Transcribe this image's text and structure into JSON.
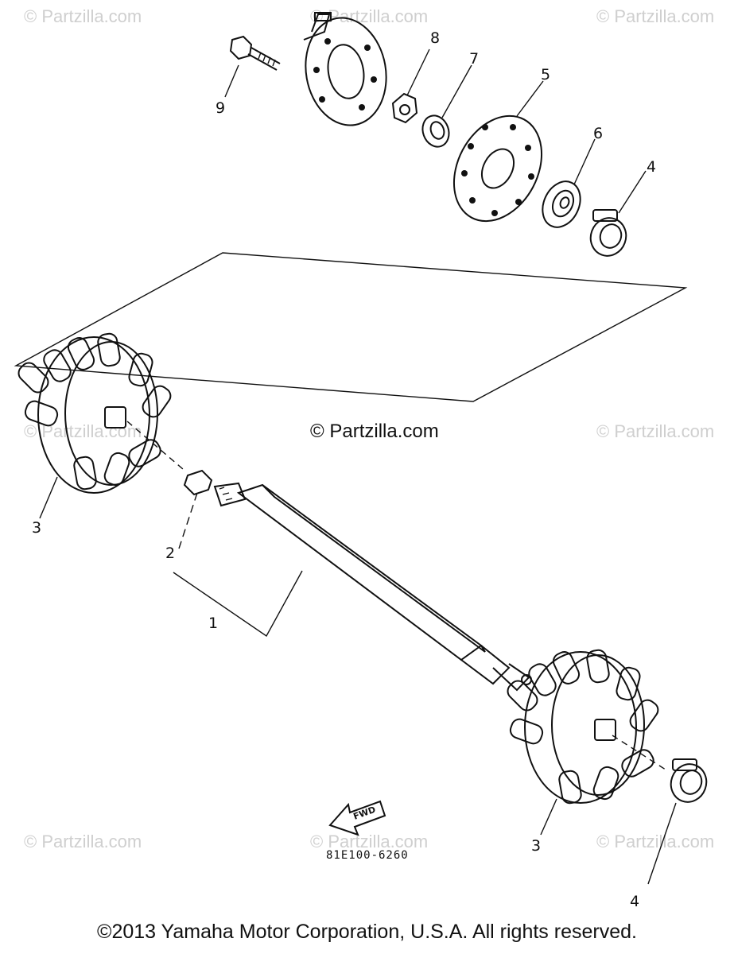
{
  "watermarks": {
    "top_left": "© Partzilla.com",
    "top_center": "© Partzilla.com",
    "top_right": "© Partzilla.com",
    "mid_left": "© Partzilla.com",
    "mid_center": "© Partzilla.com",
    "mid_right": "© Partzilla.com",
    "bot_left": "© Partzilla.com",
    "bot_center": "© Partzilla.com",
    "bot_right": "© Partzilla.com"
  },
  "callouts": {
    "n1": "1",
    "n2": "2",
    "n3_left": "3",
    "n3_right": "3",
    "n4_top": "4",
    "n4_bottom": "4",
    "n5": "5",
    "n6": "6",
    "n7": "7",
    "n8": "8",
    "n9": "9"
  },
  "direction_badge": "FWD",
  "drawing_code": "81E100-6260",
  "footer": "©2013 Yamaha Motor Corporation, U.S.A. All rights reserved."
}
